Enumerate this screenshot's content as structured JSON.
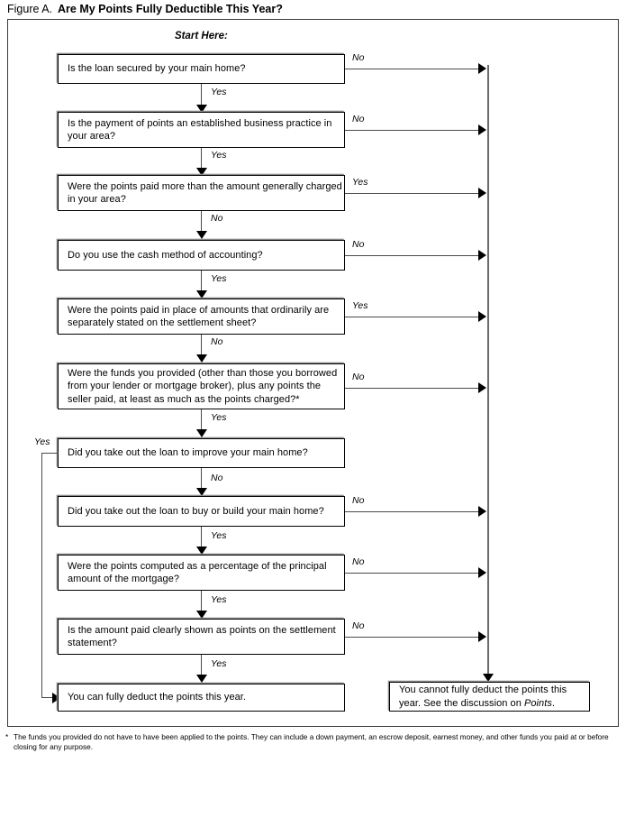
{
  "figure": {
    "label": "Figure A.",
    "title": "Are My Points Fully Deductible This Year?",
    "start_label": "Start Here:"
  },
  "labels": {
    "yes": "Yes",
    "no": "No"
  },
  "nodes": [
    {
      "id": "q1",
      "text": "Is the loan secured by your main home?",
      "down_label": "Yes",
      "side_label": "No",
      "side_dir": "right"
    },
    {
      "id": "q2",
      "text": "Is the payment of points an established business practice in your area?",
      "down_label": "Yes",
      "side_label": "No",
      "side_dir": "right"
    },
    {
      "id": "q3",
      "text": "Were the points paid more than the amount generally charged in your area?",
      "down_label": "No",
      "side_label": "Yes",
      "side_dir": "right"
    },
    {
      "id": "q4",
      "text": "Do you use the cash method of accounting?",
      "down_label": "Yes",
      "side_label": "No",
      "side_dir": "right"
    },
    {
      "id": "q5",
      "text": "Were the points paid in place of amounts that ordinarily are separately stated on the settlement sheet?",
      "down_label": "No",
      "side_label": "Yes",
      "side_dir": "right"
    },
    {
      "id": "q6",
      "text": "Were the funds you provided (other than those you borrowed from your lender or mortgage broker), plus any points the seller paid, at least as much as the points charged?*",
      "down_label": "Yes",
      "side_label": "No",
      "side_dir": "right"
    },
    {
      "id": "q7",
      "text": "Did you take out the loan to improve your main home?",
      "down_label": "No",
      "side_label": "Yes",
      "side_dir": "left"
    },
    {
      "id": "q8",
      "text": "Did you take out the loan to buy or build your main home?",
      "down_label": "Yes",
      "side_label": "No",
      "side_dir": "right"
    },
    {
      "id": "q9",
      "text": "Were the points computed as a percentage of the principal amount of the mortgage?",
      "down_label": "Yes",
      "side_label": "No",
      "side_dir": "right"
    },
    {
      "id": "q10",
      "text": "Is the amount paid clearly shown as points on the settlement statement?",
      "down_label": "Yes",
      "side_label": "No",
      "side_dir": "right"
    }
  ],
  "outcomes": {
    "deductible": "You can fully deduct the points this year.",
    "not_deductible_pre": "You cannot fully deduct the points this year. See the discussion on ",
    "not_deductible_italic": "Points",
    "not_deductible_post": "."
  },
  "footnote": {
    "mark": "*",
    "text": "The funds you provided do not have to have been applied to the points. They can include a down payment, an escrow deposit, earnest money, and other funds you paid at or before closing for any purpose."
  },
  "colors": {
    "frame": "#3a3a3a",
    "box_border": "#000000",
    "box_shadow": "#8c8c8c",
    "connector": "#4a4a4a",
    "collector": "#6b6b6b",
    "text": "#000000",
    "background": "#ffffff"
  }
}
